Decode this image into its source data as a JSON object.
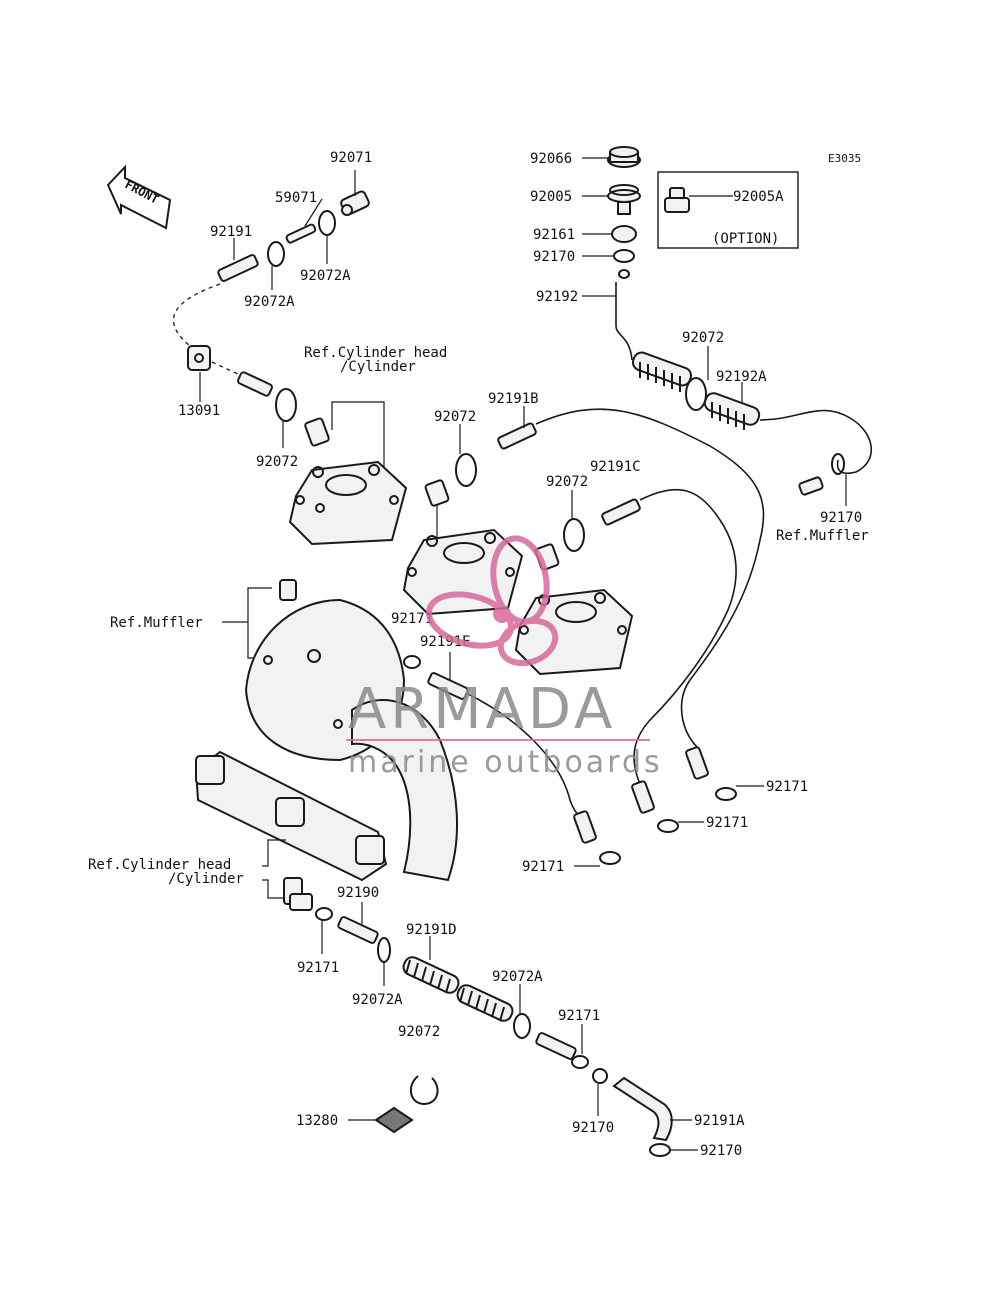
{
  "diagram_code": "E3035",
  "front_label": "FRONT",
  "option_label": "(OPTION)",
  "watermark": {
    "title": "ARMADA",
    "subtitle": "marine outboards",
    "accent_color": "#d66a9b",
    "text_color": "#8a8a8a"
  },
  "labels": {
    "p92071": "92071",
    "p59071": "59071",
    "p92191": "92191",
    "p92072A_top": "92072A",
    "p92072A_left": "92072A",
    "p13091": "13091",
    "ref_cyl_top": "Ref.Cylinder head",
    "ref_cyl_top2": "/Cylinder",
    "p92072_left": "92072",
    "p92072_mid": "92072",
    "p92191B": "92191B",
    "p92191C": "92191C",
    "p92072_c": "92072",
    "p92066": "92066",
    "p92005": "92005",
    "p92005A": "92005A",
    "p92161": "92161",
    "p92170_top": "92170",
    "p92192": "92192",
    "p92072_right": "92072",
    "p92192A": "92192A",
    "p92170_right": "92170",
    "ref_muffler_right": "Ref.Muffler",
    "ref_muffler_left": "Ref.Muffler",
    "p92171_center": "92171",
    "p92191E": "92191E",
    "p92171_r1": "92171",
    "p92171_r2": "92171",
    "p92171_r3": "92171",
    "ref_cyl_bottom": "Ref.Cylinder head",
    "ref_cyl_bottom2": "/Cylinder",
    "p92190": "92190",
    "p92171_b": "92171",
    "p92191D": "92191D",
    "p92072A_b": "92072A",
    "p92072A_b2": "92072A",
    "p92072_b": "92072",
    "p92171_b2": "92171",
    "p13280": "13280",
    "p92170_b": "92170",
    "p92191A": "92191A",
    "p92170_b2": "92170"
  }
}
